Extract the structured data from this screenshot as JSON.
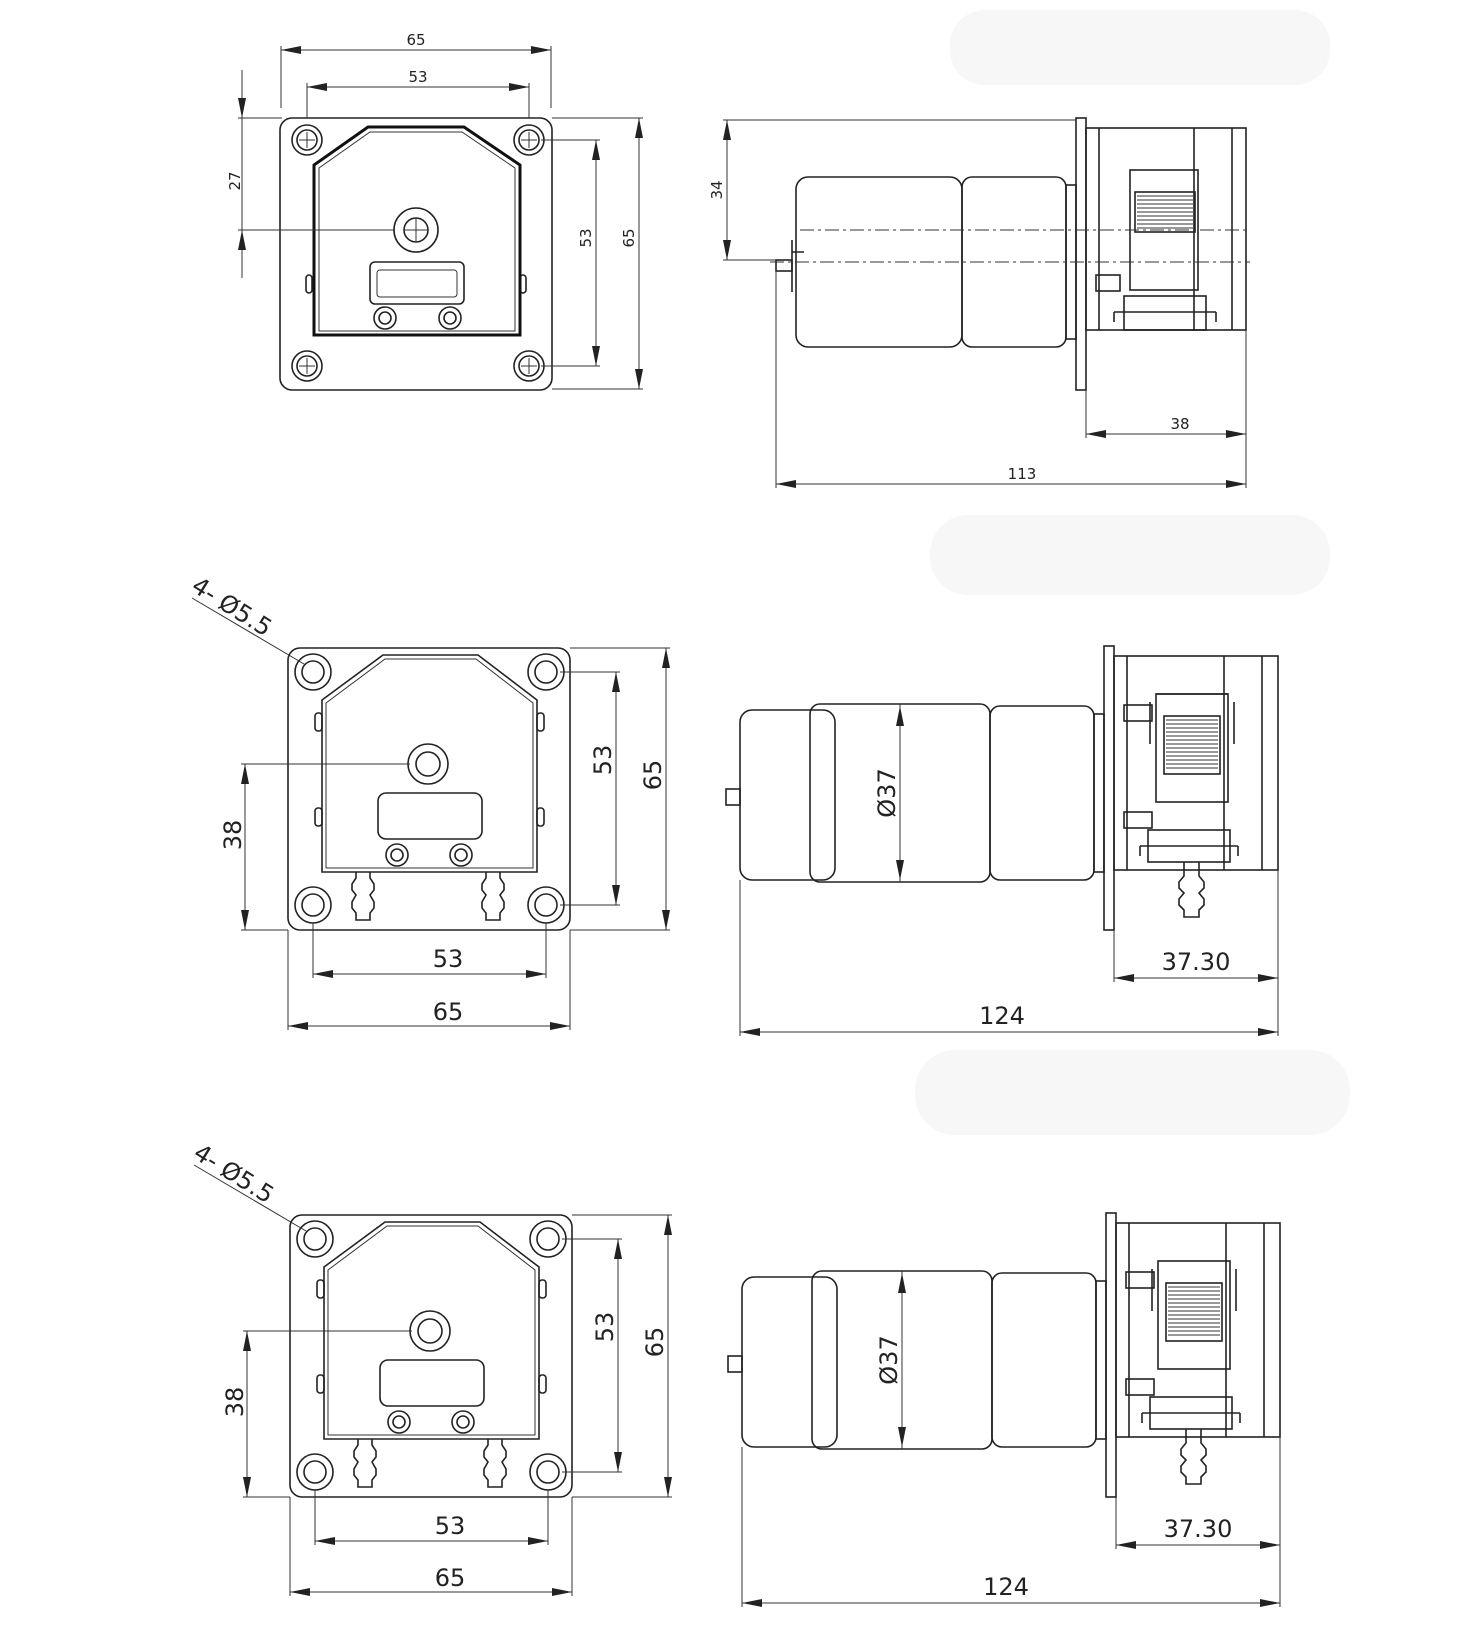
{
  "drawing_1": {
    "front": {
      "width_outer": "65",
      "width_holes": "53",
      "offset_top": "27",
      "height_holes": "53",
      "height_outer": "65"
    },
    "side": {
      "motor_height": "34",
      "head_length": "38",
      "total_length": "113"
    }
  },
  "drawing_2": {
    "front": {
      "hole_spec": "4- Ø5.5",
      "offset_bottom": "38",
      "height_holes": "53",
      "height_outer": "65",
      "width_holes": "53",
      "width_outer": "65"
    },
    "side": {
      "diameter": "Ø37",
      "head_length": "37.30",
      "total_length": "124"
    }
  },
  "drawing_3": {
    "front": {
      "hole_spec": "4- Ø5.5",
      "offset_bottom": "38",
      "height_holes": "53",
      "height_outer": "65",
      "width_holes": "53",
      "width_outer": "65"
    },
    "side": {
      "diameter": "Ø37",
      "head_length": "37.30",
      "total_length": "124"
    }
  }
}
